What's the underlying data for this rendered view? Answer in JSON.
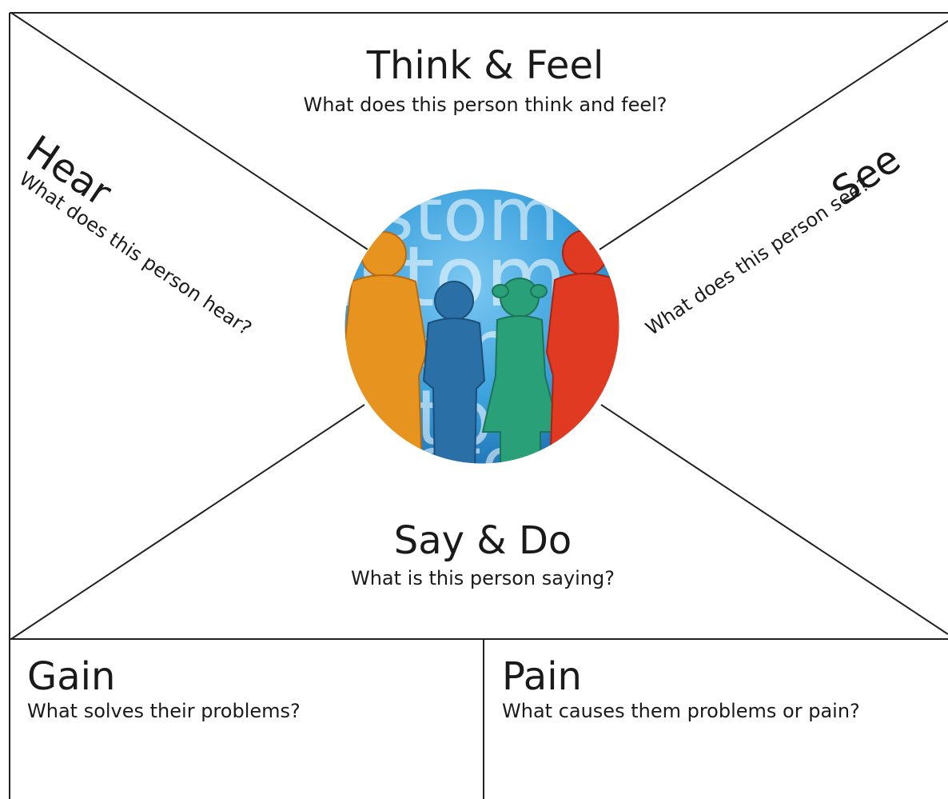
{
  "sections": {
    "think_feel": {
      "title": "Think & Feel",
      "question": "What does this person think and feel?"
    },
    "hear": {
      "title": "Hear",
      "question": "What does this person hear?"
    },
    "see": {
      "title": "See",
      "question": "What does this person see?"
    },
    "say_do": {
      "title": "Say & Do",
      "question": "What is this person saying?"
    },
    "gain": {
      "title": "Gain",
      "question": "What solves their problems?"
    },
    "pain": {
      "title": "Pain",
      "question": "What causes them problems or pain?"
    }
  },
  "center_image": {
    "background_words": [
      "stom",
      "istom",
      "stom",
      "ston",
      "sto"
    ],
    "figures": [
      "orange-person",
      "blue-boy",
      "green-girl",
      "red-person"
    ],
    "colors": {
      "sky": "#3aa0dc",
      "orange": "#e7931f",
      "blue": "#2a6fa6",
      "green": "#2aa079",
      "red": "#e03a22",
      "lines": "#222222"
    }
  }
}
